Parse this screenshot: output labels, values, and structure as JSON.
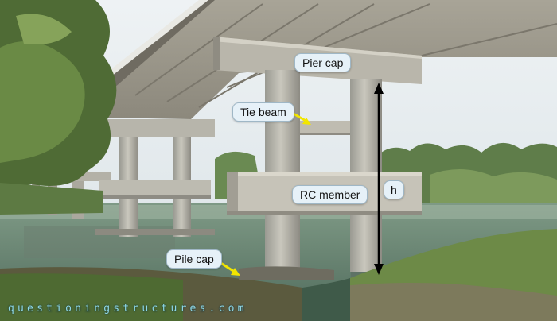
{
  "annotations": {
    "pier_cap": "Pier cap",
    "tie_beam": "Tie beam",
    "rc_member": "RC member",
    "height": "h",
    "pile_cap": "Pile cap"
  },
  "watermark": "questioningstructures.com",
  "colors": {
    "label_background": "#e6f1f8",
    "arrow_yellow": "#f2e600",
    "dimension_arrow": "#000000",
    "watermark_text": "#8fd8e6"
  },
  "icons": {
    "tie_beam_pointer": "yellow-arrow-icon",
    "pile_cap_pointer": "yellow-arrow-icon",
    "height_dimension": "double-headed-arrow-icon"
  }
}
